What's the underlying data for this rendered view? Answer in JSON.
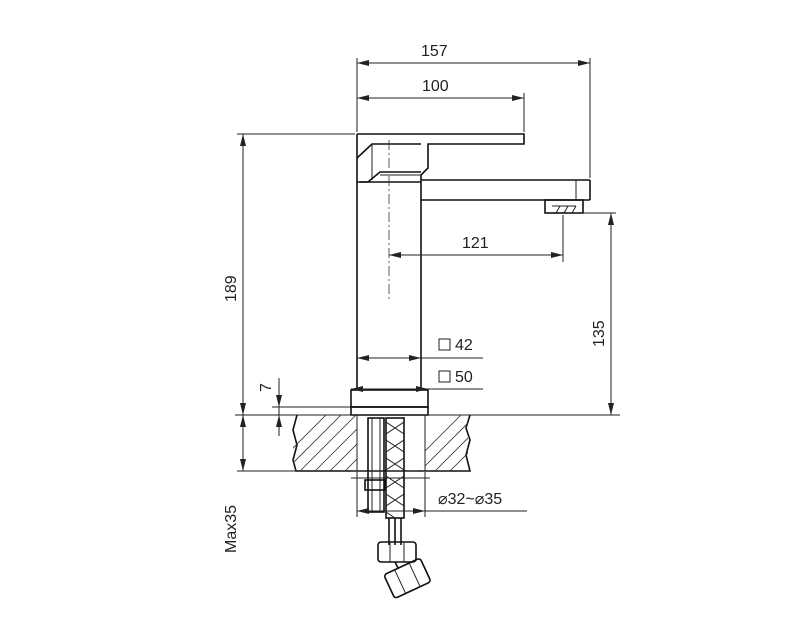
{
  "dimensions": {
    "overall_length": "157",
    "handle_length": "100",
    "spout_reach": "121",
    "total_height": "189",
    "spout_height": "135",
    "body_square": "42",
    "base_square": "50",
    "base_thickness": "7",
    "max_deck": "Max35",
    "hole_diameter": "⌀32~⌀35"
  },
  "colors": {
    "line": "#111111",
    "background": "#ffffff"
  }
}
